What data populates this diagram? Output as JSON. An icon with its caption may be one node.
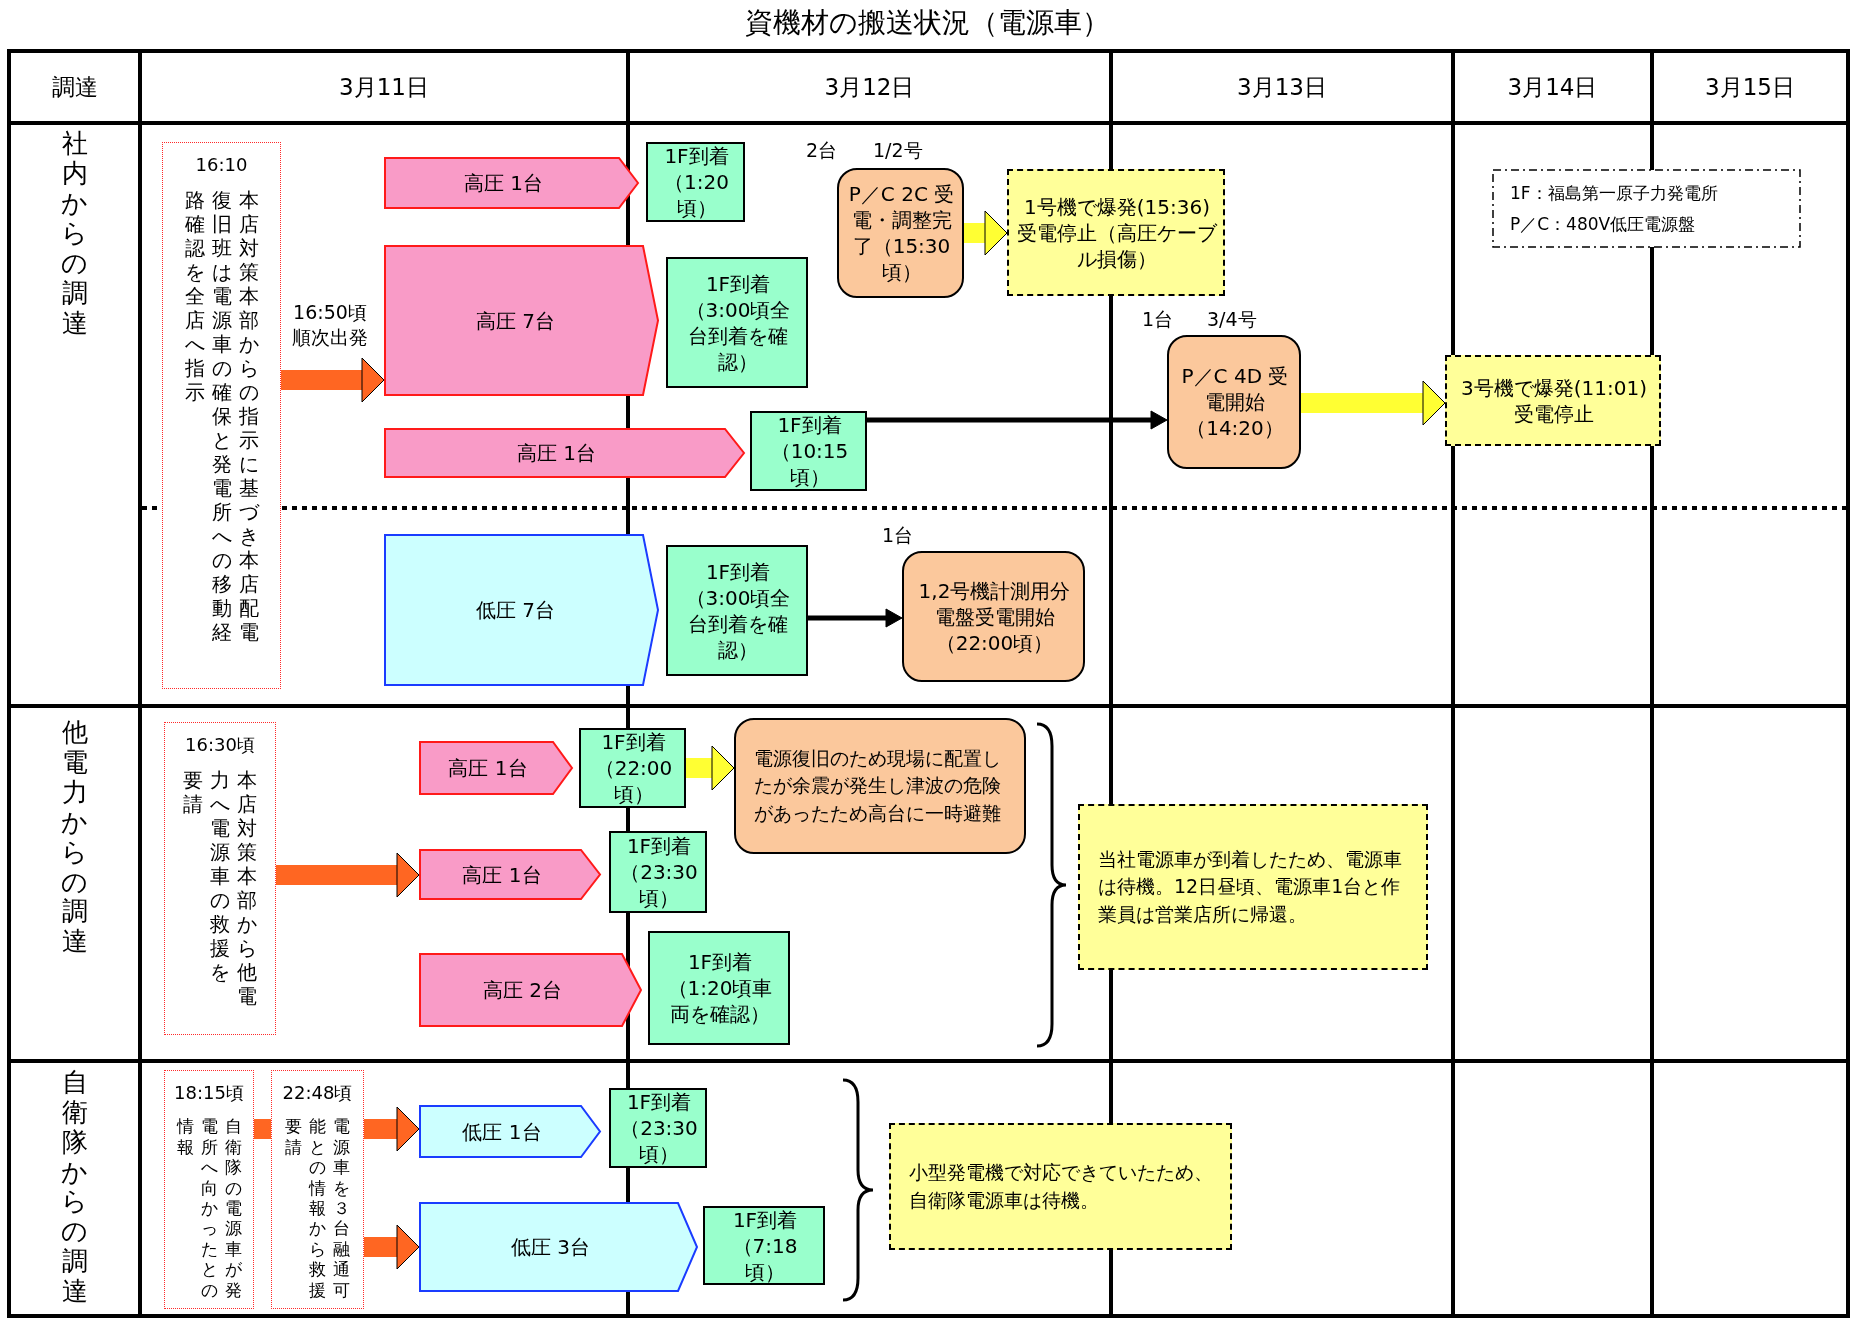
{
  "diagram": {
    "title": "資機材の搬送状況（電源車）",
    "nodes": [
      {
        "text": [
          "16:10",
          "本店対策本部からの指示に基づき本店配電復旧班は電源車の確保と発電所への移動経路確認を全店へ指示"
        ]
      },
      {
        "text": [
          "高圧 1台"
        ]
      },
      {
        "text": [
          "1F到着（1:20頃）"
        ]
      },
      {
        "text": [
          "高圧 7台"
        ]
      },
      {
        "text": [
          "1F到着（3:00頃全台到着を確認）"
        ]
      },
      {
        "text": [
          "高圧 1台"
        ]
      },
      {
        "text": [
          "1F到着（10:15頃）"
        ]
      },
      {
        "text": [
          "P／C 2C 受電・調整完了（15:30頃）"
        ],
        "beside": [
          "2台",
          "1/2号"
        ]
      },
      {
        "text": [
          "1号機で爆発(15:36)受電停止（高圧ケーブル損傷）"
        ]
      },
      {
        "text": [
          "P／C 4D 受電開始（14:20）"
        ],
        "beside": [
          "1台",
          "3/4号"
        ]
      },
      {
        "text": [
          "3号機で爆発(11:01)受電停止"
        ]
      },
      {
        "text": [
          "1F：福島第一原子力発電所",
          "P／C：480V低圧電源盤"
        ]
      },
      {
        "text": [
          "低圧 7台"
        ]
      },
      {
        "text": [
          "1F到着（3:00頃全台到着を確認）"
        ]
      },
      {
        "text": [
          "1,2号機計測用分電盤受電開始（22:00頃）"
        ],
        "beside": [
          "1台"
        ]
      },
      {
        "text": [
          "16:30頃",
          "本店対策本部から他電力へ電源車の救援を要請"
        ]
      },
      {
        "text": [
          "高圧 1台"
        ]
      },
      {
        "text": [
          "1F到着（22:00頃）"
        ]
      },
      {
        "text": [
          "電源復旧のため現場に配置したが余震が発生し津波の危険があったため高台に一時避難"
        ]
      },
      {
        "text": [
          "高圧 1台"
        ]
      },
      {
        "text": [
          "1F到着（23:30頃）"
        ]
      },
      {
        "text": [
          "高圧 2台"
        ]
      },
      {
        "text": [
          "1F到着（1:20頃車両を確認）"
        ]
      },
      {
        "text": [
          "当社電源車が到着したため、電源車は待機。12日昼頃、電源車1台と作業員は営業店所に帰還。"
        ]
      },
      {
        "text": [
          "18:15頃",
          "自衛隊の電源車が発電所へ向かったとの情報"
        ]
      },
      {
        "text": [
          "22:48頃",
          "電源車を３台融通可能との情報から救援要請"
        ]
      },
      {
        "text": [
          "低圧 1台"
        ]
      },
      {
        "text": [
          "1F到着（23:30頃）"
        ]
      },
      {
        "text": [
          "低圧 3台"
        ]
      },
      {
        "text": [
          "1F到着（7:18頃）"
        ]
      },
      {
        "text": [
          "小型発電機で対応できていたため、自衛隊電源車は待機。"
        ]
      }
    ],
    "edges": [
      {
        "from": 0,
        "to": 3,
        "arrow": "to",
        "label": "16:50頃順次出発"
      },
      {
        "from": 7,
        "to": 8,
        "arrow": "to",
        "color": "#ffff33"
      },
      {
        "from": 6,
        "to": 9,
        "arrow": "to",
        "color": "#000000"
      },
      {
        "from": 9,
        "to": 10,
        "arrow": "to",
        "color": "#ffff33"
      },
      {
        "from": 13,
        "to": 14,
        "arrow": "to",
        "color": "#000000"
      },
      {
        "from": 15,
        "to": 19,
        "arrow": "to"
      },
      {
        "from": 17,
        "to": 18,
        "arrow": "to",
        "color": "#ffff33"
      },
      {
        "from": 24,
        "to": 25,
        "arrow": "none"
      },
      {
        "from": 25,
        "to": 26,
        "arrow": "to"
      },
      {
        "from": 25,
        "to": 28,
        "arrow": "to"
      }
    ],
    "labels": [
      "調達",
      "3月11日",
      "3月12日",
      "3月13日",
      "3月14日",
      "3月15日",
      "社内からの調達",
      "他電力からの調達",
      "自衛隊からの調達"
    ]
  }
}
